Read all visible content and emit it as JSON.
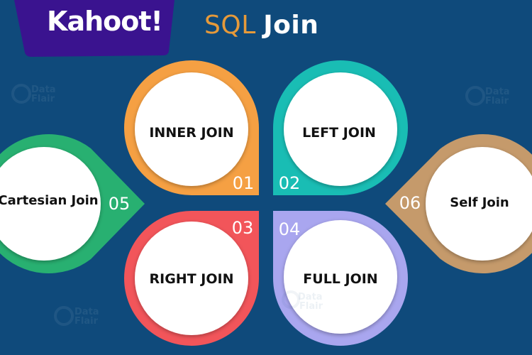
{
  "header": {
    "logo": "Kahoot!",
    "title_part1": "SQL",
    "title_part2": "Join"
  },
  "colors": {
    "background": "#0f4a7b",
    "banner": "#3a138f",
    "inner": "#f5a043",
    "left": "#19bdb4",
    "right": "#f2555a",
    "full": "#a9a6ef",
    "cartesian": "#28b071",
    "self": "#c59a6b",
    "title_accent": "#e69a3a"
  },
  "items": [
    {
      "number": "01",
      "label": "INNER JOIN"
    },
    {
      "number": "02",
      "label": "LEFT JOIN"
    },
    {
      "number": "03",
      "label": "RIGHT JOIN"
    },
    {
      "number": "04",
      "label": "FULL JOIN"
    },
    {
      "number": "05",
      "label": "Cartesian Join"
    },
    {
      "number": "06",
      "label": "Self Join"
    }
  ],
  "watermark": {
    "line1": "Data",
    "line2": "Flair"
  }
}
